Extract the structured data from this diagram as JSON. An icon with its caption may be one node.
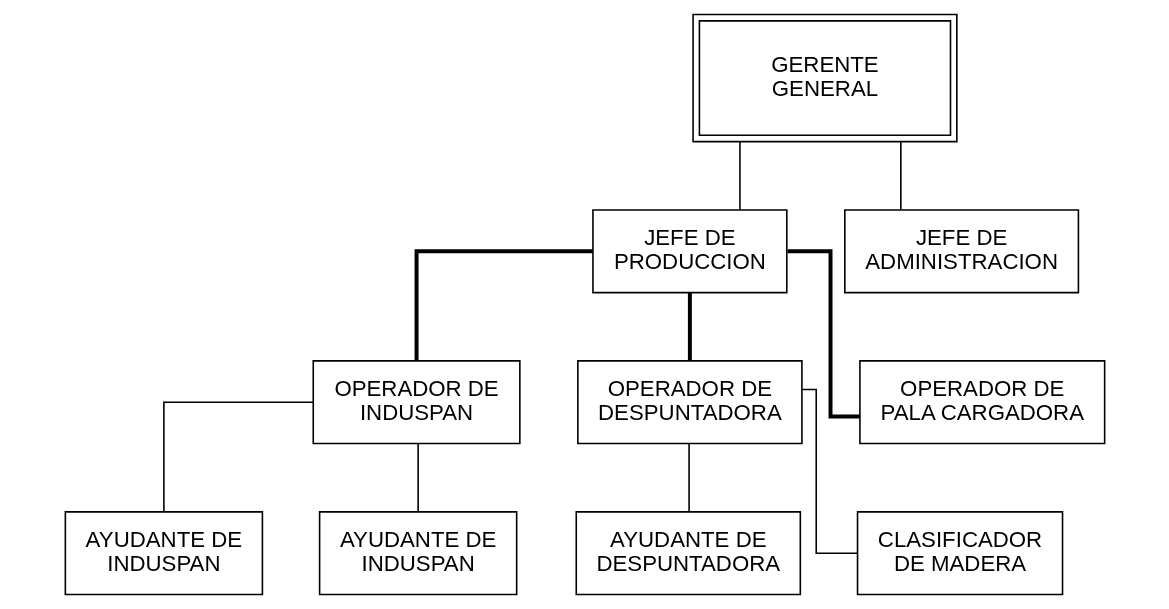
{
  "diagram": {
    "nodes": [
      {
        "text": [
          "GERENTE GENERAL"
        ]
      },
      {
        "text": [
          "JEFE DE PRODUCCION"
        ]
      },
      {
        "text": [
          "JEFE DE ADMINISTRACION"
        ]
      },
      {
        "text": [
          "OPERADOR DE INDUSPAN"
        ]
      },
      {
        "text": [
          "OPERADOR DE DESPUNTADORA"
        ]
      },
      {
        "text": [
          "OPERADOR DE PALA CARGADORA"
        ]
      },
      {
        "text": [
          "AYUDANTE DE INDUSPAN"
        ]
      },
      {
        "text": [
          "AYUDANTE DE INDUSPAN"
        ]
      },
      {
        "text": [
          "AYUDANTE DE DESPUNTADORA"
        ]
      },
      {
        "text": [
          "CLASIFICADOR DE MADERA"
        ]
      }
    ],
    "edges": [
      {
        "from": 0,
        "to": 1,
        "arrow": "none"
      },
      {
        "from": 0,
        "to": 2,
        "arrow": "none"
      },
      {
        "from": 1,
        "to": 3,
        "arrow": "none",
        "style": "thick"
      },
      {
        "from": 1,
        "to": 4,
        "arrow": "none",
        "style": "thick"
      },
      {
        "from": 1,
        "to": 5,
        "arrow": "none",
        "style": "thick"
      },
      {
        "from": 3,
        "to": 6,
        "arrow": "none"
      },
      {
        "from": 3,
        "to": 7,
        "arrow": "none"
      },
      {
        "from": 4,
        "to": 8,
        "arrow": "none"
      },
      {
        "from": 4,
        "to": 9,
        "arrow": "none"
      }
    ]
  }
}
